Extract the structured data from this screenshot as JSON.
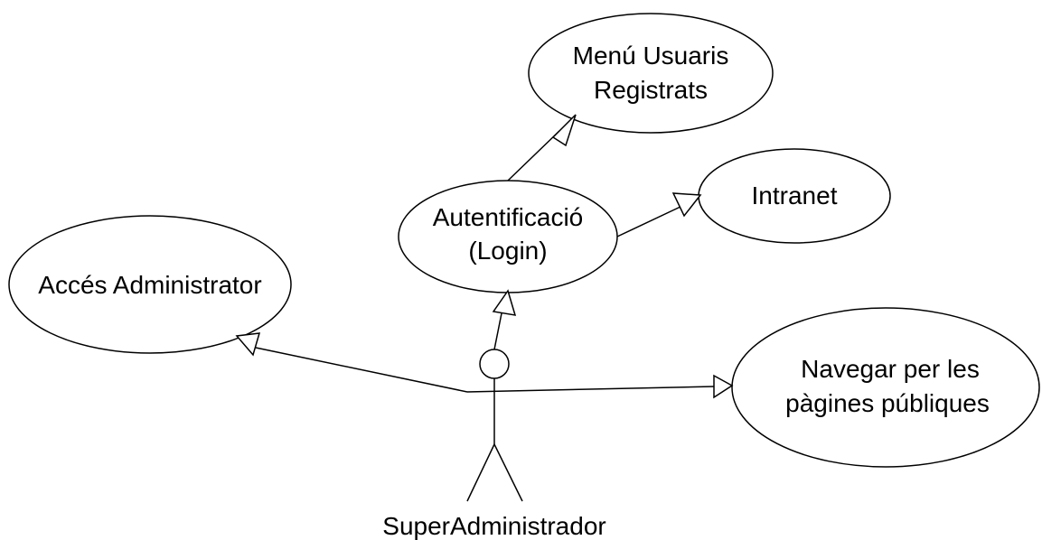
{
  "diagram": {
    "stroke_color": "#000000",
    "fill_color": "#ffffff",
    "use_cases": {
      "menu_usuaris": {
        "line1": "Menú Usuaris",
        "line2": "Registrats"
      },
      "intranet": {
        "line1": "Intranet"
      },
      "autentificacio": {
        "line1": "Autentificació",
        "line2": "(Login)"
      },
      "acces_admin": {
        "line1": "Accés Administrator"
      },
      "navegar": {
        "line1": "Navegar per les",
        "line2": "pàgines públiques"
      }
    },
    "actor": {
      "name": "SuperAdministrador"
    }
  }
}
